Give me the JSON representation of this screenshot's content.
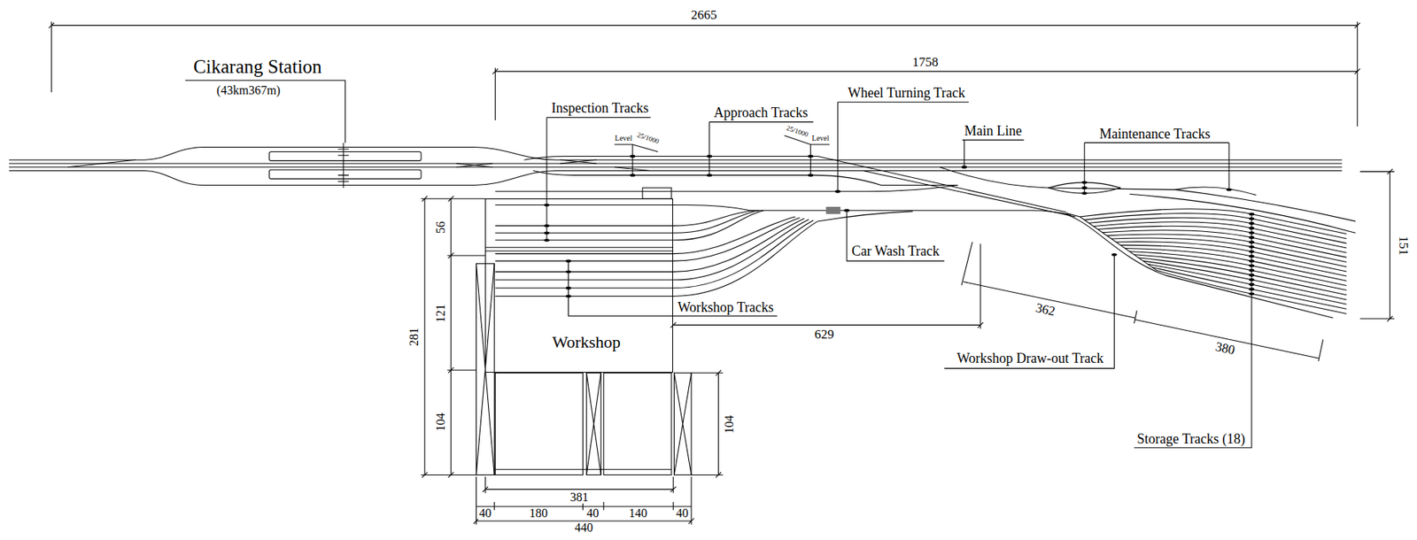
{
  "diagram": {
    "nodes": [
      {
        "text": [
          "Workshop"
        ]
      }
    ],
    "labels": [
      "2665",
      "1758",
      "Cikarang Station",
      "(43km367m)",
      "Inspection Tracks",
      "Approach Tracks",
      "Wheel Turning Track",
      "Main Line",
      "Maintenance Tracks",
      "Level",
      "25/1000",
      "25/1000",
      "Level",
      "Car Wash Track",
      "Workshop Tracks",
      "629",
      "362",
      "380",
      "151",
      "56",
      "121",
      "281",
      "104",
      "104",
      "381",
      "40",
      "180",
      "40",
      "140",
      "40",
      "440",
      "Workshop Draw-out Track",
      "Storage Tracks (18)"
    ]
  }
}
